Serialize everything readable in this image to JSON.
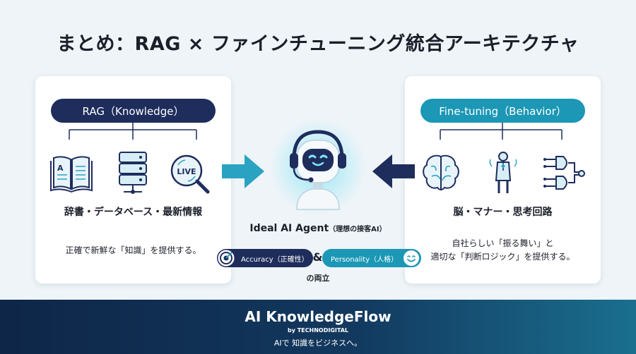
{
  "title": "まとめ：RAG × ファインチューニング統合アーキテクチャ",
  "left_card": {
    "pill": "RAG（Knowledge）",
    "icons": [
      "book-icon",
      "database-icon",
      "live-search-icon"
    ],
    "book_letter": "A",
    "live_label": "LIVE",
    "caption": "辞書・データベース・最新情報",
    "description": "正確で新鮮な「知識」を提供する。"
  },
  "right_card": {
    "pill": "Fine-tuning（Behavior）",
    "icons": [
      "brain-icon",
      "bowing-person-icon",
      "logic-gates-icon"
    ],
    "caption": "脳・マナー・思考回路",
    "description_lines": [
      "自社らしい「振る舞い」と",
      "適切な「判断ロジック」を提供する。"
    ]
  },
  "agent": {
    "title": "Ideal AI Agent",
    "subtitle": "（理想の接客AI）",
    "accuracy": "Accuracy（正確性）",
    "amp": "&",
    "personality": "Personality（人格）",
    "both": "の両立"
  },
  "footer": {
    "brand": "AI KnowledgeFlow",
    "byline": "by TECHNODIGITAL",
    "tagline": "AIで 知識をビジネスへ。"
  },
  "colors": {
    "navy": "#1e2d5c",
    "teal": "#1c97b5",
    "arrow_teal": "#2aa3c2",
    "robot_glow": "#7fe3f5"
  }
}
